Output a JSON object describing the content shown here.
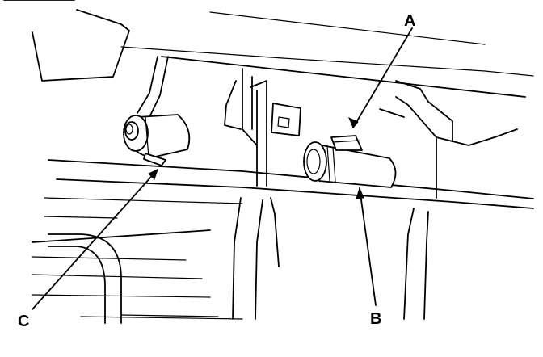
{
  "diagram": {
    "labels": {
      "a": "A",
      "b": "B",
      "c": "C"
    },
    "colors": {
      "ink": "#000000",
      "paper": "#ffffff"
    }
  }
}
